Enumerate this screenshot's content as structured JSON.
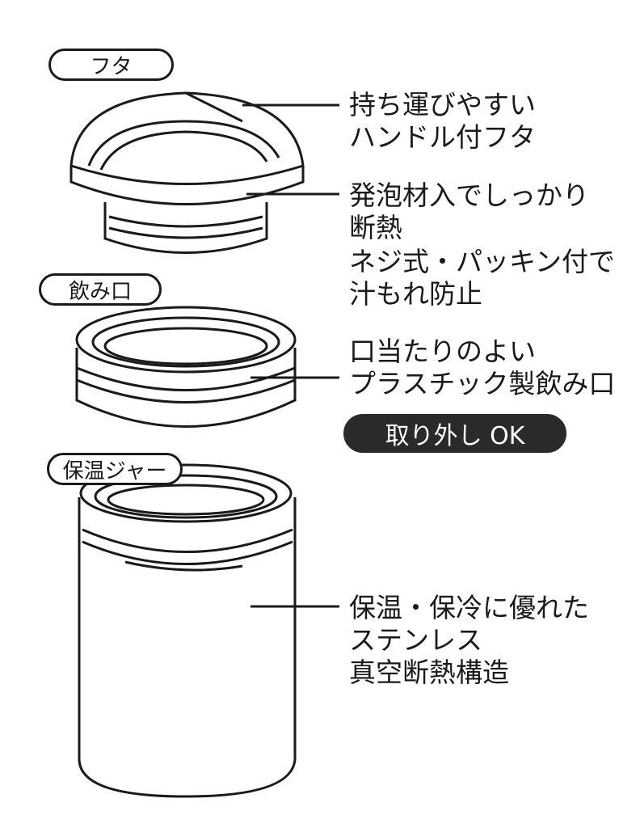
{
  "parts": {
    "lid": {
      "label": "フタ"
    },
    "mouthpiece": {
      "label": "飲み口"
    },
    "jar": {
      "label": "保温ジャー"
    }
  },
  "features": [
    {
      "lines": [
        "持ち運びやすい",
        "ハンドル付フタ"
      ]
    },
    {
      "lines": [
        "発泡材入でしっかり",
        "断熱"
      ]
    },
    {
      "lines": [
        "ネジ式・パッキン付で",
        "汁もれ防止"
      ]
    },
    {
      "lines": [
        "口当たりのよい",
        "プラスチック製飲み口"
      ]
    },
    {
      "lines": [
        "保温・保冷に優れた",
        "ステンレス",
        "真空断熱構造"
      ]
    }
  ],
  "badge": {
    "label": "取り外し OK"
  },
  "colors": {
    "ink": "#1a1a1a",
    "badge_bg": "#2a2a2a"
  }
}
